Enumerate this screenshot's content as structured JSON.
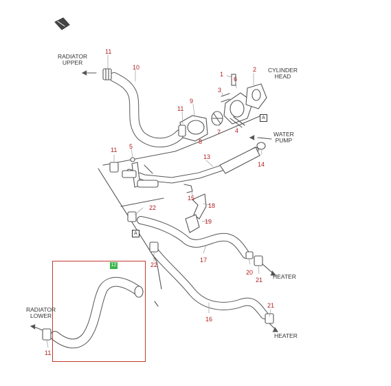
{
  "labels": {
    "radiator_upper": "RADIATOR\nUPPER",
    "cylinder_head": "CYLINDER\nHEAD",
    "water_pump": "WATER\nPUMP",
    "heater_1": "HEATER",
    "heater_2": "HEATER",
    "radiator_lower": "RADIATOR\nLOWER"
  },
  "ref_box": "A",
  "callouts": [
    "11",
    "10",
    "1",
    "2",
    "3",
    "6",
    "9",
    "11",
    "7",
    "4",
    "8",
    "5",
    "11",
    "13",
    "14",
    "15",
    "18",
    "22",
    "19",
    "17",
    "20",
    "21",
    "22",
    "16",
    "21",
    "11"
  ],
  "highlight_badge": "12",
  "colors": {
    "callout": "#b02020",
    "highlight": "#c0392b",
    "badge": "#39b54a"
  }
}
